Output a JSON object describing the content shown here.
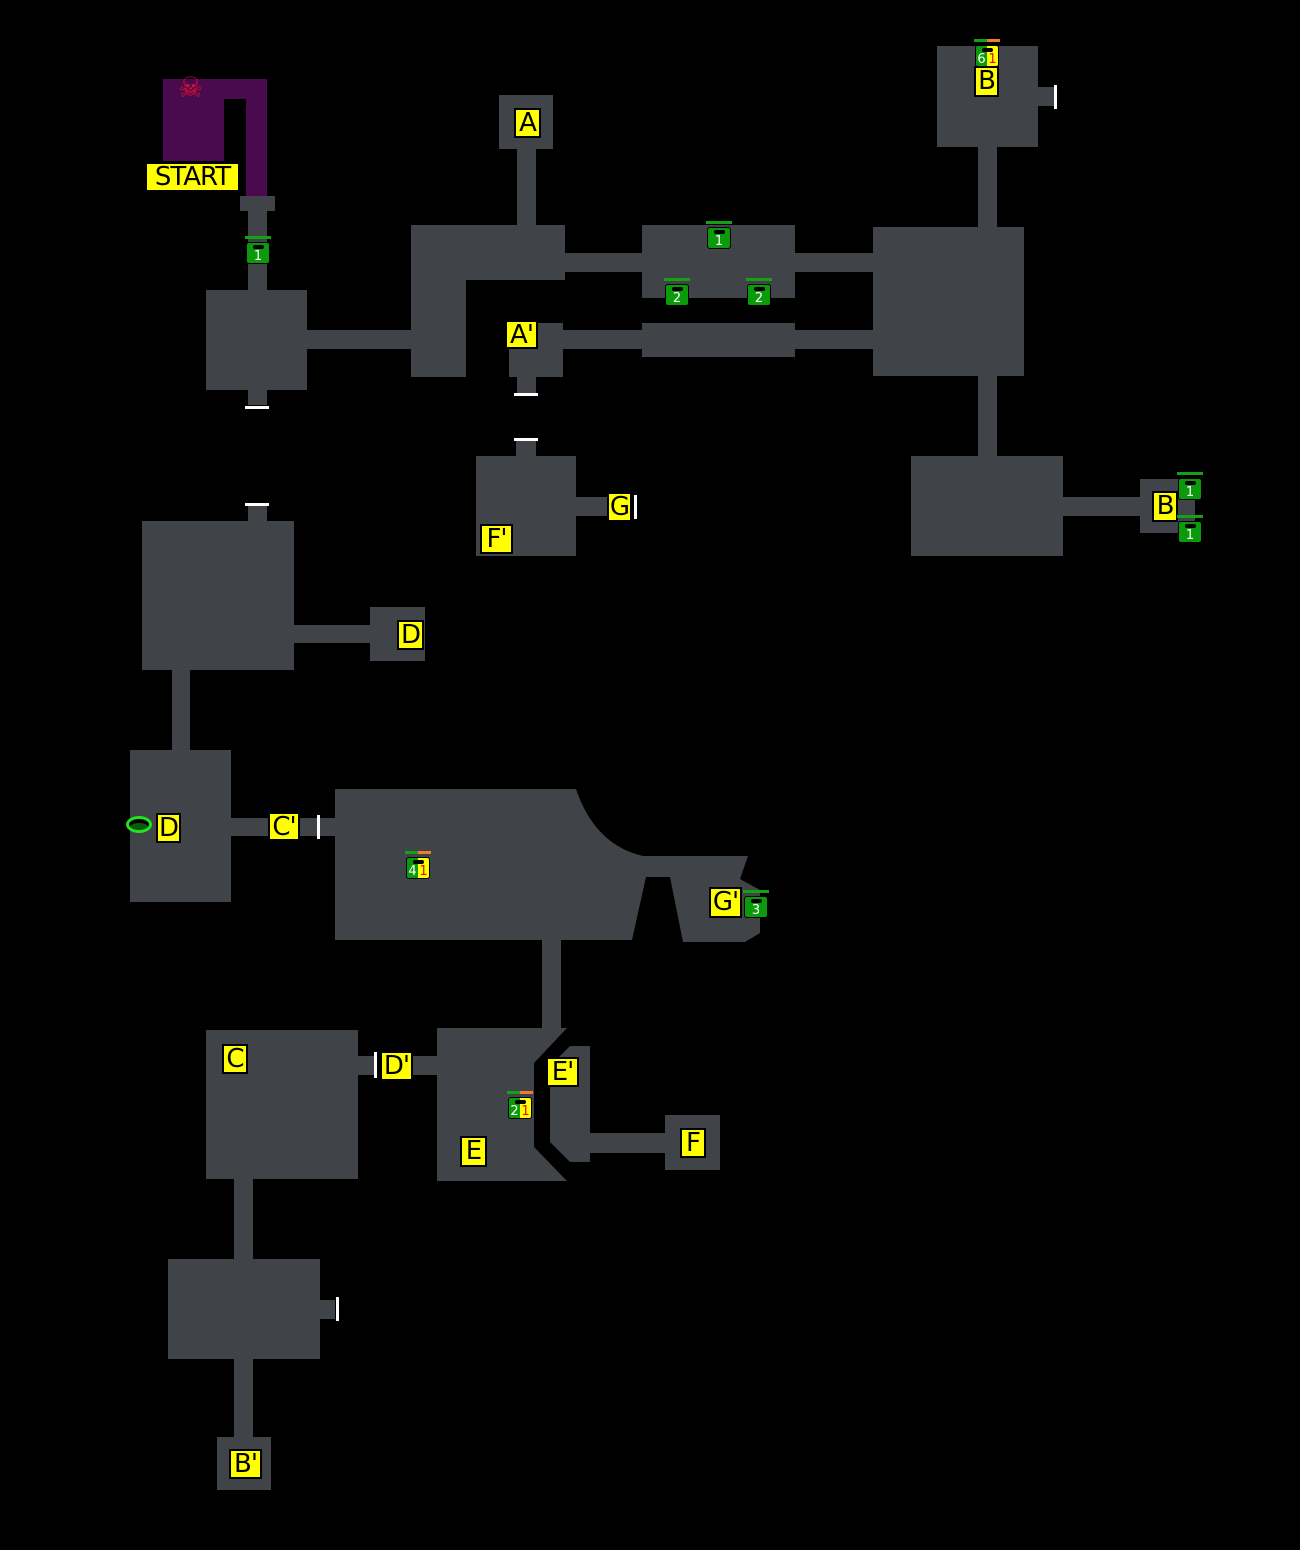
{
  "map": {
    "start_label": "START",
    "icons": {
      "danger": "skull-crossbones-icon",
      "warp": "warp-ring-icon"
    },
    "colors": {
      "room": "#404347",
      "start_zone": "#4a0a4e",
      "label_bg": "#ffff00",
      "chest": "#0b9a0b",
      "danger": "#e01030",
      "ring": "#22e022"
    },
    "labels": [
      {
        "text": "A"
      },
      {
        "text": "B"
      },
      {
        "text": "A'"
      },
      {
        "text": "B"
      },
      {
        "text": "G"
      },
      {
        "text": "F'"
      },
      {
        "text": "D"
      },
      {
        "text": "D"
      },
      {
        "text": "C'"
      },
      {
        "text": "G'"
      },
      {
        "text": "C"
      },
      {
        "text": "D'"
      },
      {
        "text": "E'"
      },
      {
        "text": "E"
      },
      {
        "text": "F"
      },
      {
        "text": "B'"
      }
    ],
    "chests": [
      {
        "count": "1"
      },
      {
        "count": "1"
      },
      {
        "count": "2"
      },
      {
        "count": "2"
      },
      {
        "count": "1"
      },
      {
        "count": "1"
      },
      {
        "count": "3"
      }
    ],
    "split_chests": [
      {
        "green": "6",
        "red": "1"
      },
      {
        "green": "4",
        "red": "1"
      },
      {
        "green": "2",
        "red": "1"
      }
    ]
  }
}
